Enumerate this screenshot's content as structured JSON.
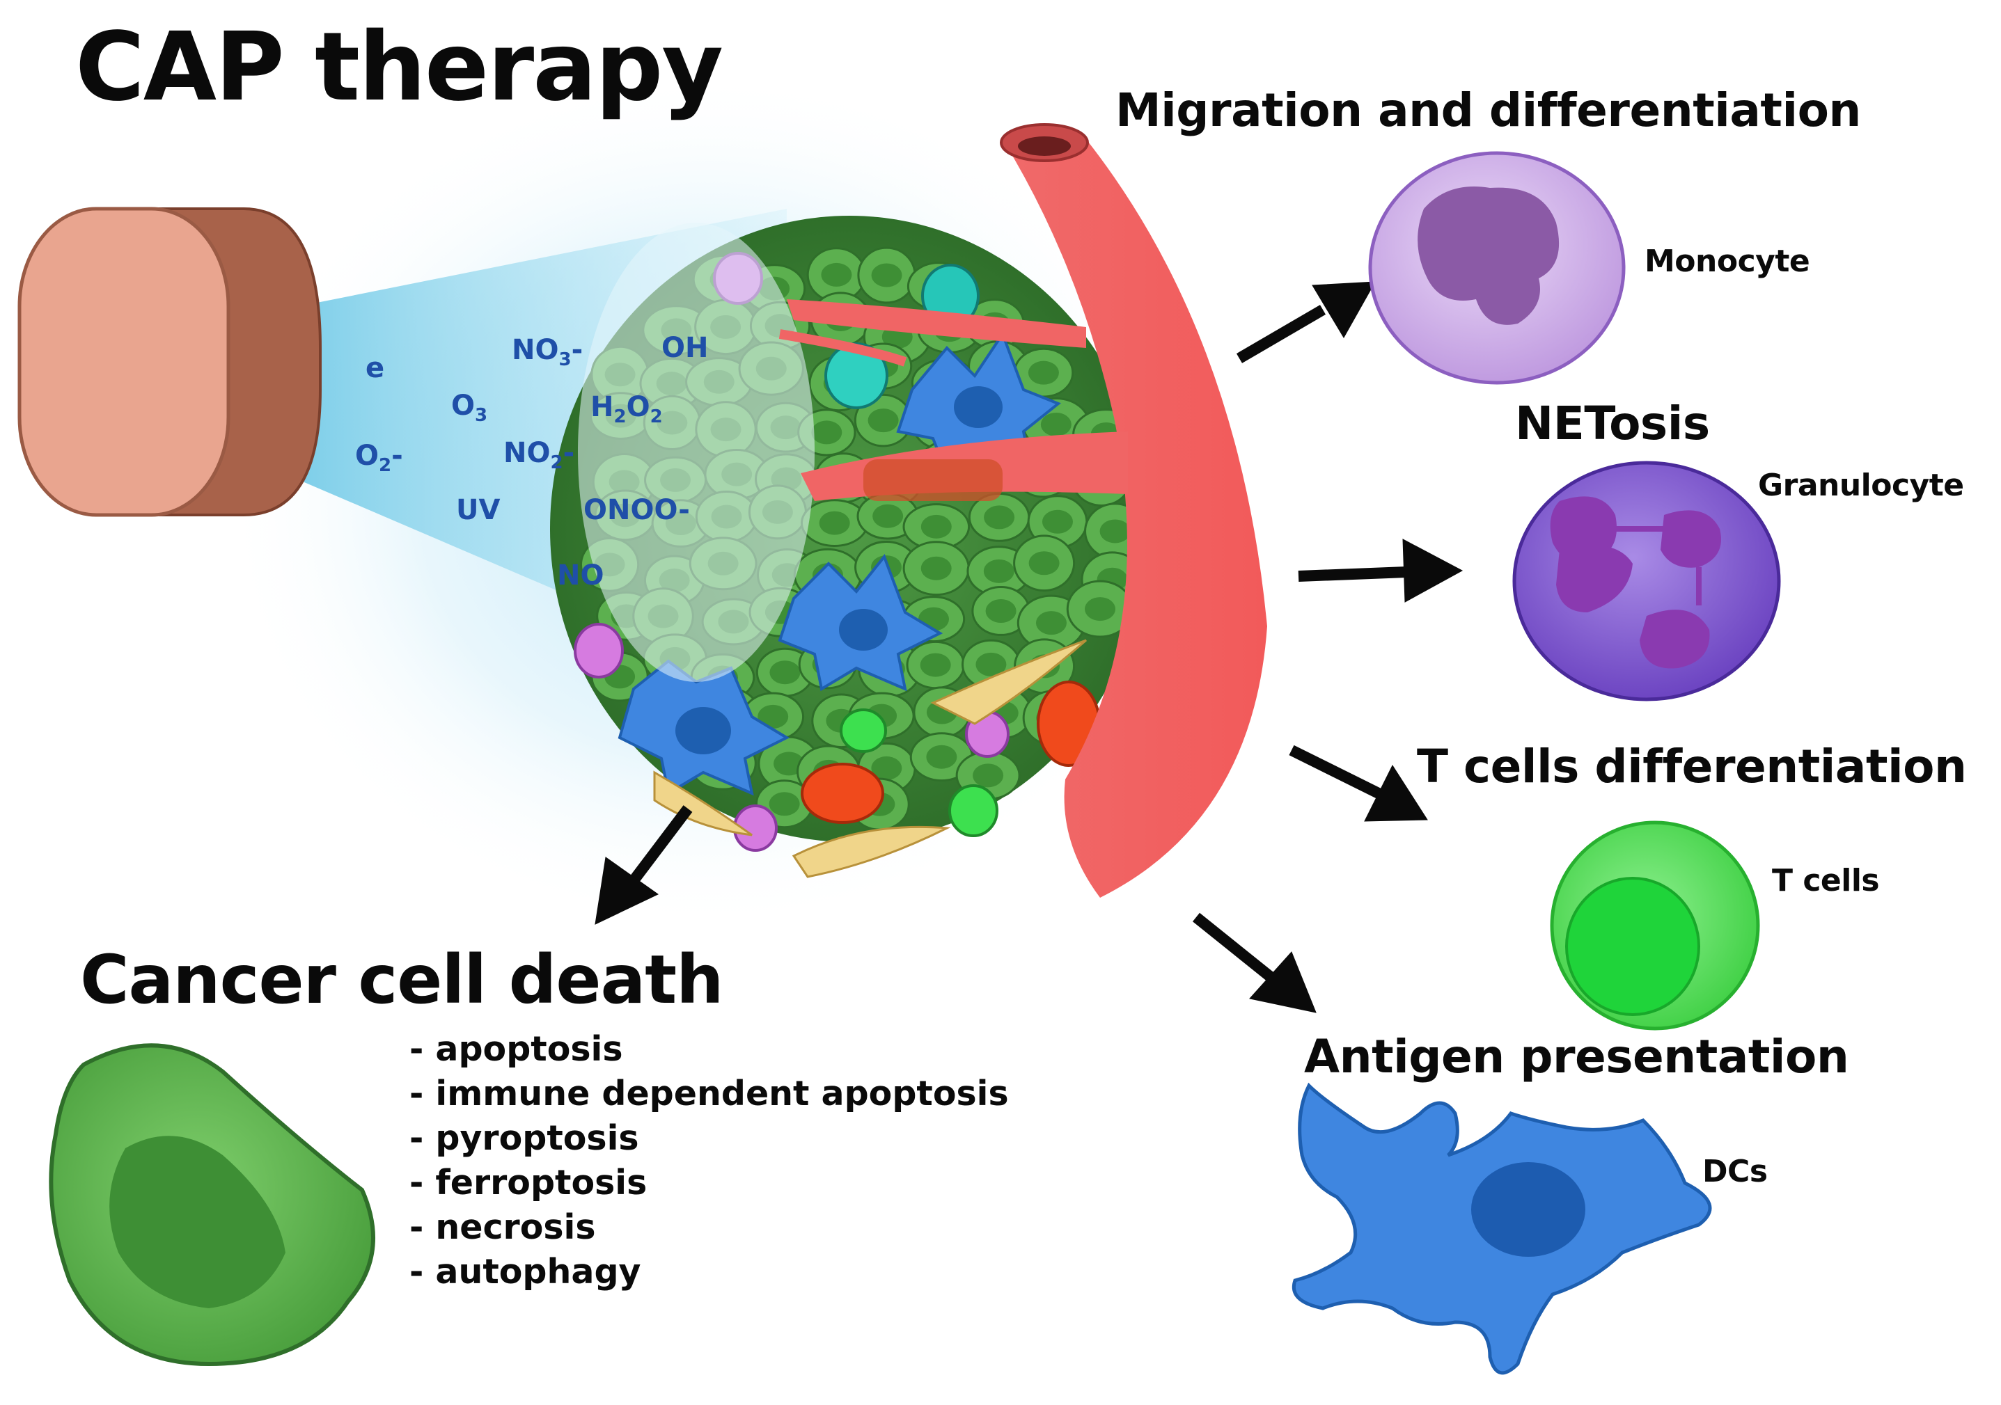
{
  "title": "CAP therapy",
  "species": {
    "e": "e",
    "no3_main": "NO",
    "no3_sub": "3",
    "no3_tail": "-",
    "oh": "OH",
    "o3_main": "O",
    "o3_sub": "3",
    "h2o2_h1": "H",
    "h2o2_s1": "2",
    "h2o2_o": "O",
    "h2o2_s2": "2",
    "o2_main": "O",
    "o2_sub": "2",
    "o2_tail": "-",
    "no2_main": "NO",
    "no2_sub": "2",
    "no2_tail": "-",
    "uv": "UV",
    "onoo": "ONOO-",
    "no": "NO"
  },
  "sections": {
    "migration": "Migration and differentiation",
    "netosis": "NETosis",
    "tcells_diff": "T cells differentiation",
    "antigen": "Antigen presentation",
    "cancer_death": "Cancer cell death"
  },
  "cells": {
    "monocyte": "Monocyte",
    "granulocyte": "Granulocyte",
    "tcells": "T cells",
    "dcs": "DCs"
  },
  "death_types": [
    "- apoptosis",
    "- immune dependent apoptosis",
    "- pyroptosis",
    "- ferroptosis",
    "- necrosis",
    "- autophagy"
  ],
  "colors": {
    "device": "#e9a58f",
    "device_side": "#a8624a",
    "plasma_beam": "#7fd0ea",
    "vessel": "#f06565",
    "tumor_cell": "#5cb04f",
    "monocyte": "#c9a6e6",
    "granulocyte": "#7b4fc9",
    "tcell": "#33d33c",
    "dc": "#3f86e0",
    "species_text": "#1f4fa8"
  }
}
